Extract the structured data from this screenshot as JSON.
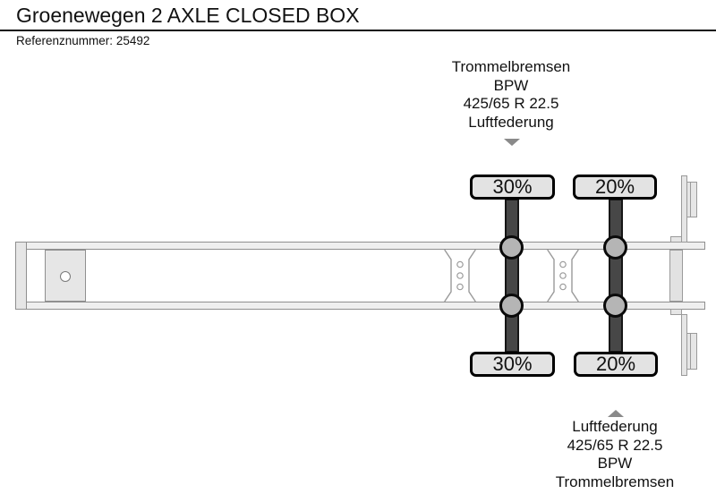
{
  "header": {
    "title": "Groenewegen 2 AXLE CLOSED BOX",
    "reference_label": "Referenznummer:",
    "reference_value": "25492"
  },
  "front_axle_callout": {
    "lines": [
      "Trommelbremsen",
      "BPW",
      "425/65 R 22.5",
      "Luftfederung"
    ]
  },
  "rear_axle_callout": {
    "lines": [
      "Luftfederung",
      "425/65 R 22.5",
      "BPW",
      "Trommelbremsen"
    ]
  },
  "axle_loads": {
    "axle1_top": "30%",
    "axle2_top": "20%",
    "axle1_bottom": "30%",
    "axle2_bottom": "20%"
  },
  "colors": {
    "text-black": "#111111",
    "axle-dark": "#474747",
    "hub-gray": "#b5b5b5",
    "panel-gray": "#e6e6e6",
    "rail-fill": "#efefef",
    "line-gray": "#8f8f8f",
    "label-box-fill": "#e3e3e3",
    "triangle-gray": "#8a8a8a"
  }
}
